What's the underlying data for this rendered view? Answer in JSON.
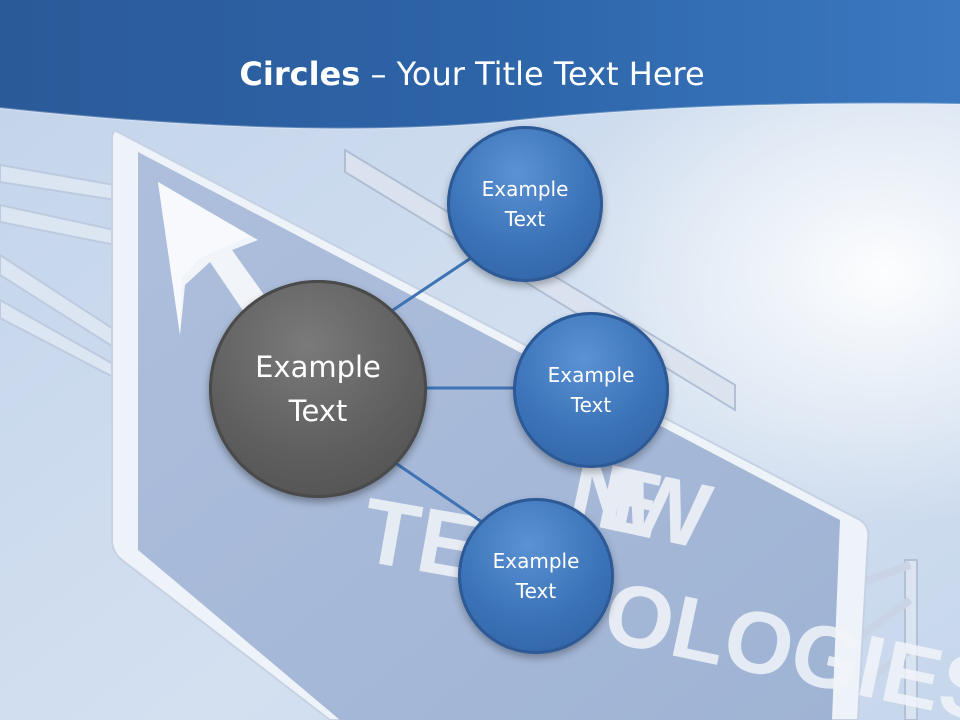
{
  "slide": {
    "title_bold": "Circles",
    "title_rest": " – Your Title Text Here"
  },
  "background": {
    "sign_line_1": "NEW",
    "sign_line_2a": "TEC",
    "sign_line_2b": "OLOGIES",
    "header_color": "#2f62a3",
    "sky_color": "#c9d8ec"
  },
  "diagram": {
    "center": {
      "label_line_1": "Example",
      "label_line_2": "Text",
      "color": "#636363"
    },
    "children": [
      {
        "label_line_1": "Example",
        "label_line_2": "Text",
        "color": "#3b72b7"
      },
      {
        "label_line_1": "Example",
        "label_line_2": "Text",
        "color": "#3b72b7"
      },
      {
        "label_line_1": "Example",
        "label_line_2": "Text",
        "color": "#3b72b7"
      }
    ],
    "connector_color": "#3f73b3"
  }
}
